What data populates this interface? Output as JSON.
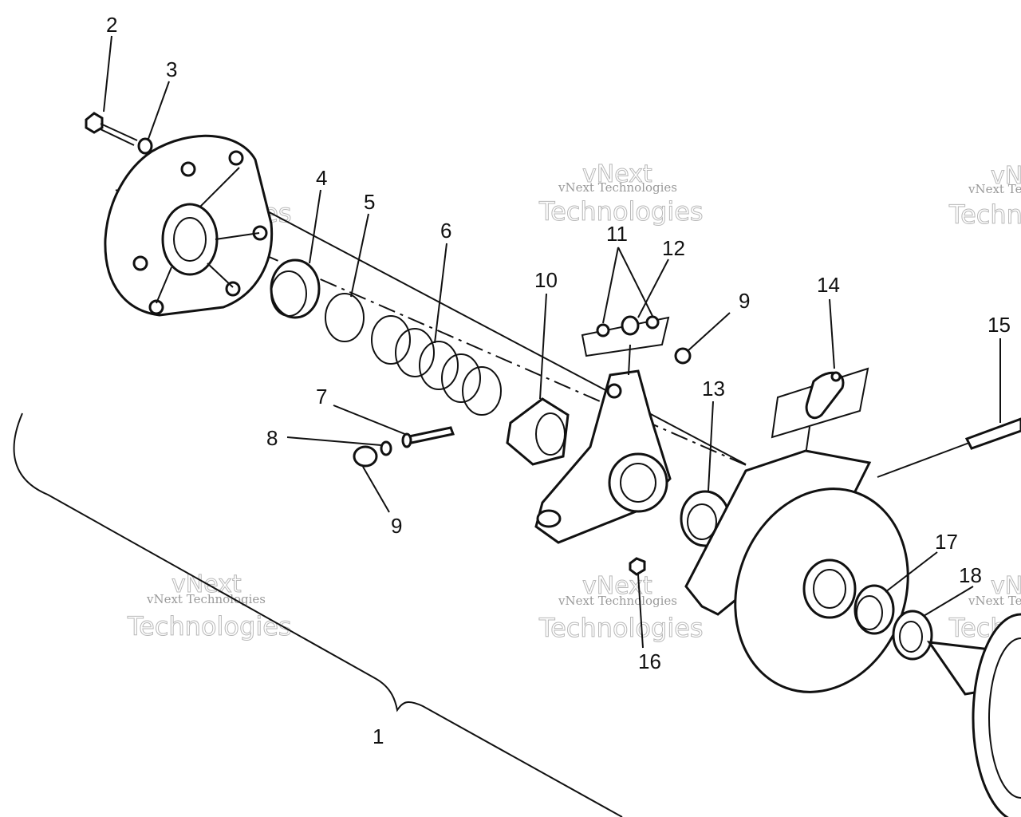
{
  "callouts": [
    {
      "id": "c1",
      "text": "1"
    },
    {
      "id": "c2",
      "text": "2"
    },
    {
      "id": "c3",
      "text": "3"
    },
    {
      "id": "c4",
      "text": "4"
    },
    {
      "id": "c5",
      "text": "5"
    },
    {
      "id": "c6",
      "text": "6"
    },
    {
      "id": "c7",
      "text": "7"
    },
    {
      "id": "c8",
      "text": "8"
    },
    {
      "id": "c9a",
      "text": "9"
    },
    {
      "id": "c9b",
      "text": "9"
    },
    {
      "id": "c10",
      "text": "10"
    },
    {
      "id": "c11",
      "text": "11"
    },
    {
      "id": "c12",
      "text": "12"
    },
    {
      "id": "c13",
      "text": "13"
    },
    {
      "id": "c14",
      "text": "14"
    },
    {
      "id": "c15",
      "text": "15"
    },
    {
      "id": "c16",
      "text": "16"
    },
    {
      "id": "c17",
      "text": "17"
    },
    {
      "id": "c18",
      "text": "18"
    }
  ],
  "watermark": {
    "line1": "vNext Technologies",
    "line2": "vNext",
    "line3": "Technologies"
  },
  "colors": {
    "ink": "#111111",
    "watermark": "#b8b8b8",
    "background": "#ffffff"
  }
}
